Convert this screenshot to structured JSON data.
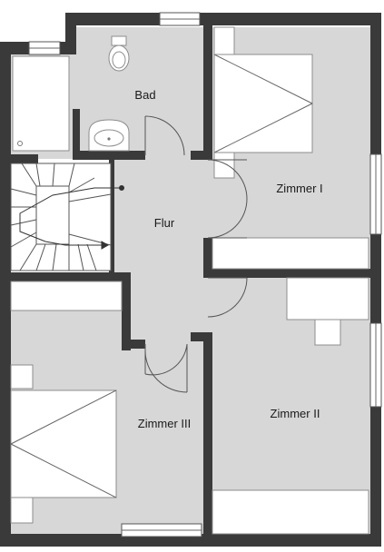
{
  "rooms": {
    "bad": "Bad",
    "flur": "Flur",
    "zimmer_1": "Zimmer I",
    "zimmer_2": "Zimmer II",
    "zimmer_3": "Zimmer III"
  },
  "colors": {
    "wall": "#3a3a3a",
    "floor": "#d7d7d7",
    "furniture": "#ffffff",
    "line": "#666666"
  }
}
